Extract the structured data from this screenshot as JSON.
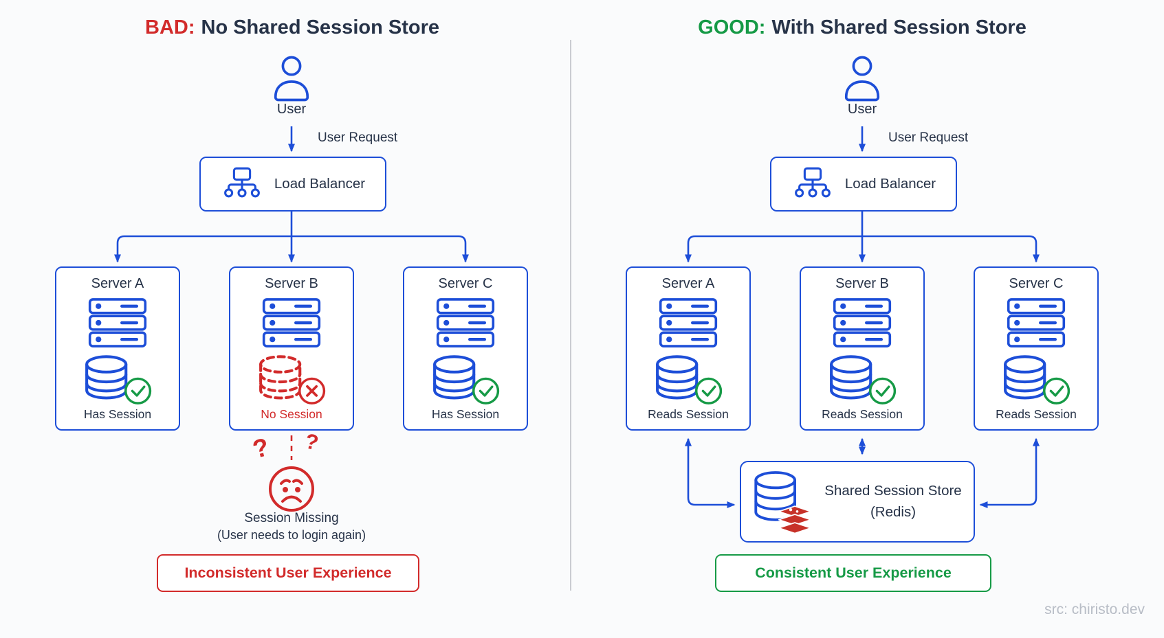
{
  "left": {
    "title": {
      "highlight": "BAD:",
      "rest": "No Shared Session Store"
    },
    "user": {
      "label": "User",
      "request": "User Request"
    },
    "load_balancer": "Load Balancer",
    "servers": [
      {
        "name": "Server A",
        "session": "Has Session"
      },
      {
        "name": "Server B",
        "session": "No Session"
      },
      {
        "name": "Server C",
        "session": "Has Session"
      }
    ],
    "failure": {
      "line1": "Session Missing",
      "line2": "(User needs to login again)"
    },
    "outcome": "Inconsistent User Experience"
  },
  "right": {
    "title": {
      "highlight": "GOOD:",
      "rest": "With Shared Session Store"
    },
    "user": {
      "label": "User",
      "request": "User Request"
    },
    "load_balancer": "Load Balancer",
    "servers": [
      {
        "name": "Server A",
        "session": "Reads Session"
      },
      {
        "name": "Server B",
        "session": "Reads Session"
      },
      {
        "name": "Server C",
        "session": "Reads Session"
      }
    ],
    "store": {
      "line1": "Shared Session Store",
      "line2": "(Redis)"
    },
    "outcome": "Consistent User Experience"
  },
  "icons": {
    "question_mark": "?"
  },
  "footer": {
    "source": "src: chiristo.dev"
  },
  "colors": {
    "blue": "#1d4ed8",
    "red": "#d22b2b",
    "green": "#169a46",
    "dark": "#273348"
  }
}
